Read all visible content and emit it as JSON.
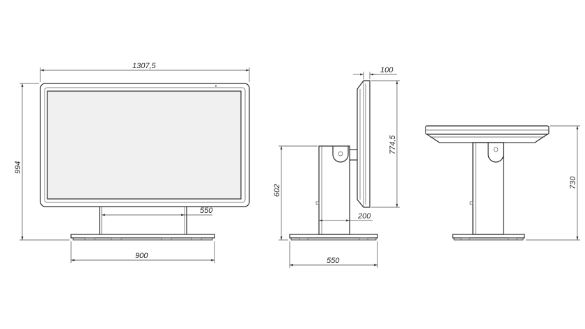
{
  "dimensions": {
    "front_width": "1307,5",
    "front_height": "994",
    "column_spacing": "550",
    "base_width": "900",
    "side_depth": "100",
    "side_screen_height": "774,5",
    "side_column_height": "602",
    "side_column_depth": "200",
    "side_base_depth": "550",
    "table_height": "730"
  }
}
